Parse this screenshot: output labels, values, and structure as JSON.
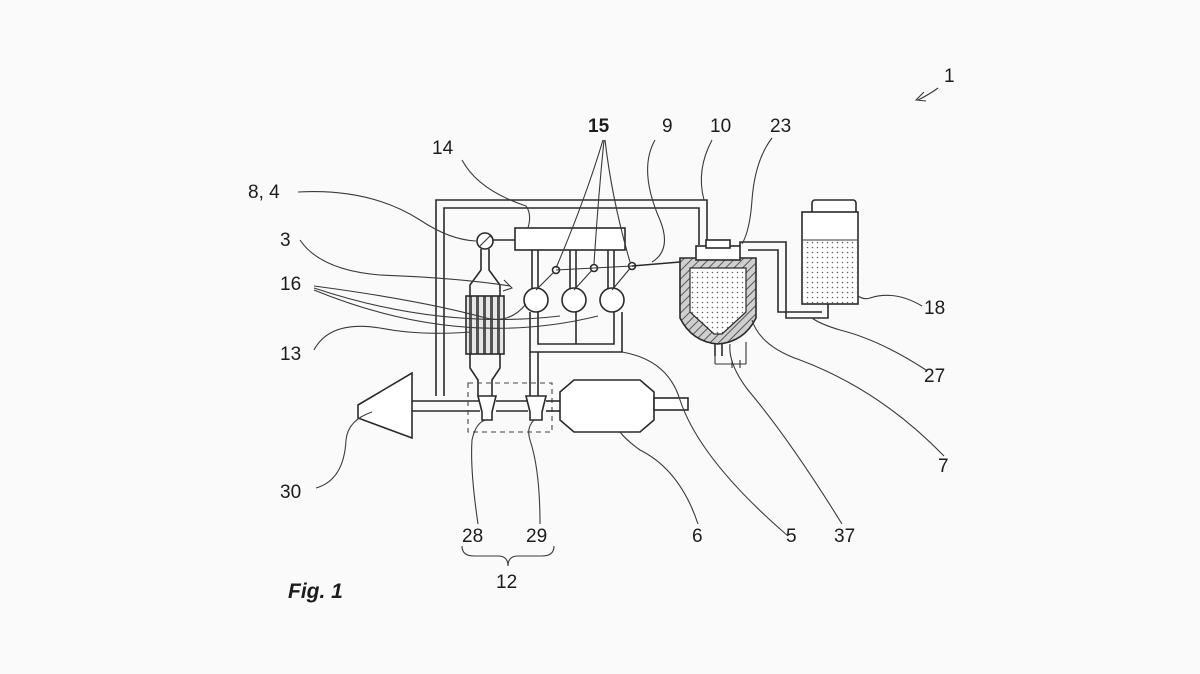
{
  "figure": {
    "caption": "Fig. 1"
  },
  "labels": {
    "l1": "1",
    "l15": "15",
    "l9": "9",
    "l10": "10",
    "l23": "23",
    "l14": "14",
    "l8_4": "8, 4",
    "l3": "3",
    "l16": "16",
    "l13": "13",
    "l18": "18",
    "l27": "27",
    "l7": "7",
    "l30": "30",
    "l28": "28",
    "l29": "29",
    "l12": "12",
    "l6": "6",
    "l5": "5",
    "l37": "37"
  },
  "colors": {
    "line": "#2a2a2a",
    "background": "#fafafa"
  }
}
